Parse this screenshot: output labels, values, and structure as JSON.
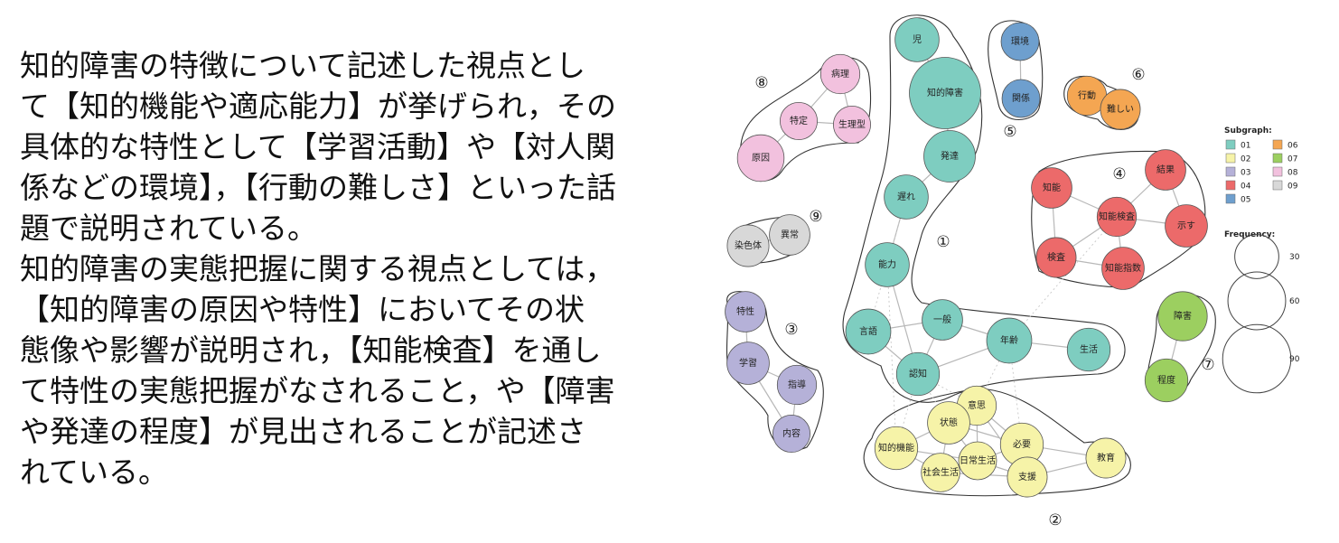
{
  "paragraphs": [
    [
      "知的障害の特徴について記述した視点とし",
      "て【知的機能や適応能力】が挙げられ，その",
      "具体的な特性として【学習活動】や【対人関",
      "係などの環境】，【行動の難しさ】といった話",
      "題で説明されている。"
    ],
    [
      "知的障害の実態把握に関する視点としては，",
      "【知的障害の原因や特性】においてその状",
      "態像や影響が説明され，【知能検査】を通し",
      "て特性の実態把握がなされること，や【障害",
      "や発達の程度】が見出されることが記述さ",
      "れている。"
    ]
  ],
  "legend": {
    "subgraph_title": "Subgraph:",
    "subgraphs": [
      {
        "label": "01",
        "color": "#7ecdc0"
      },
      {
        "label": "02",
        "color": "#f6f3a8"
      },
      {
        "label": "03",
        "color": "#b5b1d8"
      },
      {
        "label": "04",
        "color": "#ec6a6a"
      },
      {
        "label": "05",
        "color": "#6e9fce"
      },
      {
        "label": "06",
        "color": "#f4a652"
      },
      {
        "label": "07",
        "color": "#9ccf60"
      },
      {
        "label": "08",
        "color": "#f2c1de"
      },
      {
        "label": "09",
        "color": "#d8d8d8"
      }
    ],
    "frequency_title": "Frequency:",
    "frequencies": [
      30,
      60,
      90
    ]
  },
  "regions": [
    "①",
    "②",
    "③",
    "④",
    "⑤",
    "⑥",
    "⑦",
    "⑧",
    "⑨"
  ],
  "nodes": [
    {
      "label": "児",
      "group": "01",
      "freq": 30
    },
    {
      "label": "知的障害",
      "group": "01",
      "freq": 100
    },
    {
      "label": "発達",
      "group": "01",
      "freq": 45
    },
    {
      "label": "遅れ",
      "group": "01",
      "freq": 30
    },
    {
      "label": "能力",
      "group": "01",
      "freq": 30
    },
    {
      "label": "言語",
      "group": "01",
      "freq": 32
    },
    {
      "label": "一般",
      "group": "01",
      "freq": 24
    },
    {
      "label": "年齢",
      "group": "01",
      "freq": 32
    },
    {
      "label": "生活",
      "group": "01",
      "freq": 28
    },
    {
      "label": "認知",
      "group": "01",
      "freq": 28
    },
    {
      "label": "意思",
      "group": "02",
      "freq": 22
    },
    {
      "label": "状態",
      "group": "02",
      "freq": 27
    },
    {
      "label": "必要",
      "group": "02",
      "freq": 28
    },
    {
      "label": "知的機能",
      "group": "02",
      "freq": 28
    },
    {
      "label": "日常生活",
      "group": "02",
      "freq": 20
    },
    {
      "label": "教育",
      "group": "02",
      "freq": 23
    },
    {
      "label": "支援",
      "group": "02",
      "freq": 23
    },
    {
      "label": "社会生活",
      "group": "02",
      "freq": 21
    },
    {
      "label": "特性",
      "group": "03",
      "freq": 24
    },
    {
      "label": "学習",
      "group": "03",
      "freq": 27
    },
    {
      "label": "指導",
      "group": "03",
      "freq": 22
    },
    {
      "label": "内容",
      "group": "03",
      "freq": 19
    },
    {
      "label": "知能",
      "group": "04",
      "freq": 24
    },
    {
      "label": "結果",
      "group": "04",
      "freq": 24
    },
    {
      "label": "知能検査",
      "group": "04",
      "freq": 22
    },
    {
      "label": "示す",
      "group": "04",
      "freq": 27
    },
    {
      "label": "検査",
      "group": "04",
      "freq": 23
    },
    {
      "label": "知能指数",
      "group": "04",
      "freq": 27
    },
    {
      "label": "環境",
      "group": "05",
      "freq": 20
    },
    {
      "label": "関係",
      "group": "05",
      "freq": 20
    },
    {
      "label": "行動",
      "group": "06",
      "freq": 22
    },
    {
      "label": "難しい",
      "group": "06",
      "freq": 23
    },
    {
      "label": "障害",
      "group": "07",
      "freq": 40
    },
    {
      "label": "程度",
      "group": "07",
      "freq": 28
    },
    {
      "label": "病理",
      "group": "08",
      "freq": 22
    },
    {
      "label": "特定",
      "group": "08",
      "freq": 19
    },
    {
      "label": "生理型",
      "group": "08",
      "freq": 19
    },
    {
      "label": "原因",
      "group": "08",
      "freq": 35
    },
    {
      "label": "異常",
      "group": "09",
      "freq": 24
    },
    {
      "label": "染色体",
      "group": "09",
      "freq": 26
    }
  ]
}
